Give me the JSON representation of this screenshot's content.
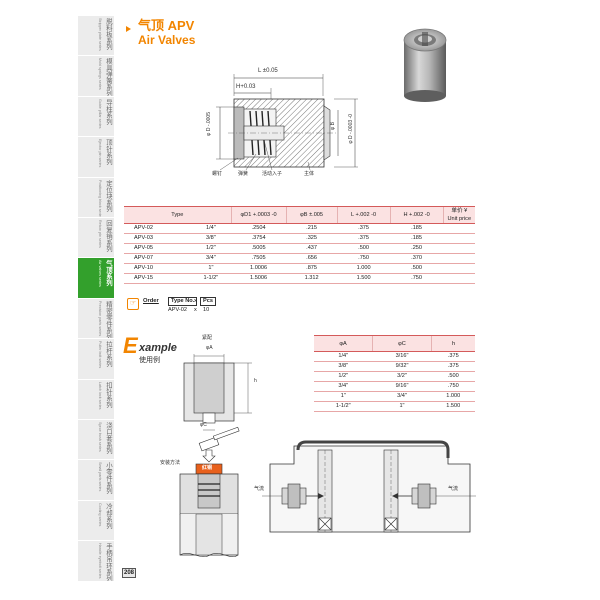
{
  "header": {
    "title_zh": "气顶 APV",
    "title_en": "Air Valves"
  },
  "sidebar": {
    "tabs": [
      {
        "zh": "脱料板系列",
        "en": "Stripper plate series"
      },
      {
        "zh": "模具弹簧系列",
        "en": "Mold springs series"
      },
      {
        "zh": "导柱系列",
        "en": "Guide pillar series"
      },
      {
        "zh": "顶针系列",
        "en": "Ejector pin series"
      },
      {
        "zh": "定位块系列",
        "en": "Positioning block series"
      },
      {
        "zh": "回复销系列",
        "en": "Return pin series"
      },
      {
        "zh": "气顶系列",
        "en": "Air valves series"
      },
      {
        "zh": "精密零件系列",
        "en": "Precision parts series"
      },
      {
        "zh": "拉杆系列",
        "en": "Puller bolt series"
      },
      {
        "zh": "扣针系列",
        "en": "Latch lock series"
      },
      {
        "zh": "浇口套系列",
        "en": "Sprue bush series"
      },
      {
        "zh": "小零件系列",
        "en": "Small parts series"
      },
      {
        "zh": "冷却系列",
        "en": "Cooling series"
      },
      {
        "zh": "手柄吊环系列",
        "en": "Handle eyebolt series"
      }
    ],
    "active_index": 6
  },
  "page_number": "208",
  "diagram1": {
    "dim_L": "L ±0.05",
    "dim_H": "H+0.03",
    "dim_D1": "φ D -.0005",
    "dim_B": "φ B",
    "dim_D": "φ D -.0003 -0",
    "callouts": [
      "螺钉",
      "弹簧",
      "活动入子",
      "主体"
    ]
  },
  "spec_table": {
    "headers": [
      "Type",
      "φD1 +.0003 -0",
      "φB ±.005",
      "L +.002 -0",
      "H +.002 -0",
      "单价 ¥",
      "Unit price"
    ],
    "rows": [
      [
        "APV-02",
        "1/4\"",
        ".2504",
        ".215",
        ".375",
        ".185",
        ""
      ],
      [
        "APV-03",
        "3/8\"",
        ".3754",
        ".325",
        ".375",
        ".185",
        ""
      ],
      [
        "APV-05",
        "1/2\"",
        ".5005",
        ".437",
        ".500",
        ".250",
        ""
      ],
      [
        "APV-07",
        "3/4\"",
        ".7505",
        ".656",
        ".750",
        ".370",
        ""
      ],
      [
        "APV-10",
        "1\"",
        "1.0006",
        ".875",
        "1.000",
        ".500",
        ""
      ],
      [
        "APV-15",
        "1-1/2\"",
        "1.5006",
        "1.312",
        "1.500",
        ".750",
        ""
      ]
    ]
  },
  "order": {
    "label": "Order",
    "type_no": "Type No.",
    "x1": "x",
    "pcs": "Pcs",
    "example_type": "APV-02",
    "x2": "x",
    "example_qty": "10"
  },
  "example": {
    "heading_first": "E",
    "heading_rest": "xample",
    "heading_zh": "使用例",
    "labels": {
      "top": "紧配",
      "phiA": "φA",
      "h": "h",
      "phiC": "φC",
      "install": "安装方法",
      "copper": "红铜",
      "air_in": "气流",
      "air_out": "气流"
    }
  },
  "example_table": {
    "headers": [
      "φA",
      "φC",
      "h"
    ],
    "rows": [
      [
        "1/4\"",
        "3/16\"",
        ".375"
      ],
      [
        "3/8\"",
        "9/32\"",
        ".375"
      ],
      [
        "1/2\"",
        "3/2\"",
        ".500"
      ],
      [
        "3/4\"",
        "9/16\"",
        ".750"
      ],
      [
        "1\"",
        "3/4\"",
        "1.000"
      ],
      [
        "1-1/2\"",
        "1\"",
        "1.500"
      ]
    ]
  },
  "colors": {
    "accent": "#f28500",
    "active_tab": "#33a02c",
    "table_header": "#fbe2e2",
    "table_line": "#d45a5a"
  }
}
